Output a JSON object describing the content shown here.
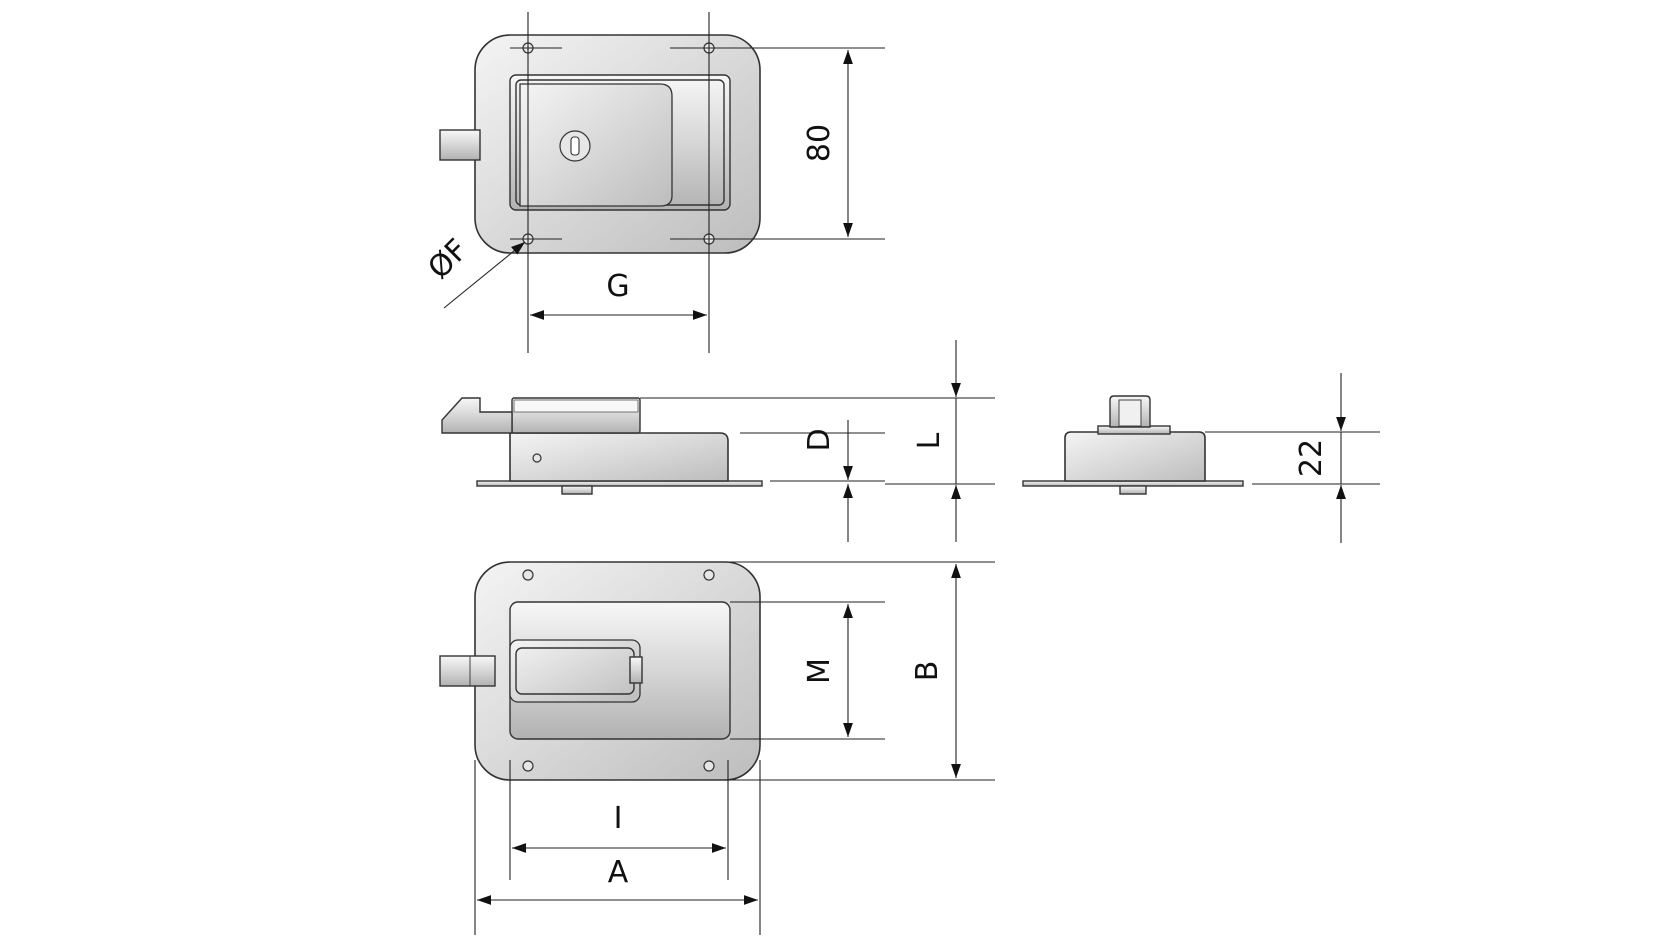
{
  "labels": {
    "dim_80": "80",
    "dim_G": "G",
    "dim_F": "ØF",
    "dim_D": "D",
    "dim_L": "L",
    "dim_22": "22",
    "dim_M": "M",
    "dim_B": "B",
    "dim_I": "I",
    "dim_A": "A"
  }
}
